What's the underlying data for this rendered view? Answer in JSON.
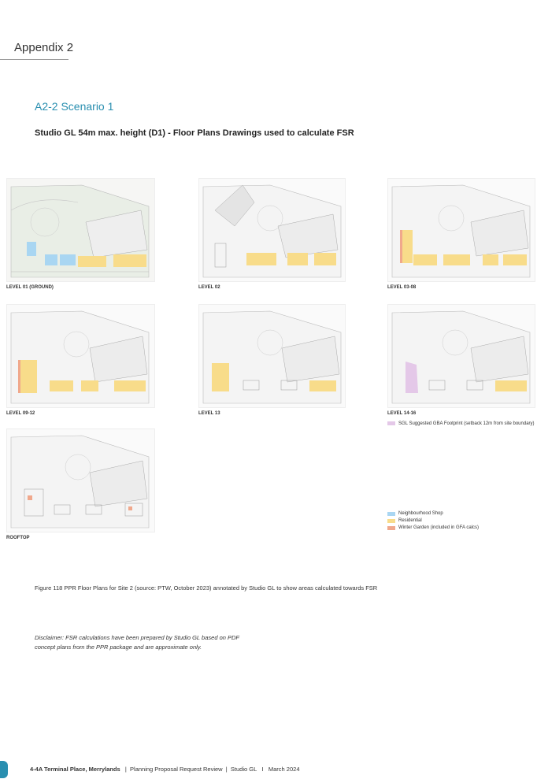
{
  "header": {
    "appendix": "Appendix 2",
    "section": "A2-2 Scenario 1",
    "subtitle": "Studio GL 54m max. height (D1) - Floor Plans Drawings used to calculate FSR"
  },
  "plans": [
    {
      "label": "LEVEL 01 (GROUND)"
    },
    {
      "label": "LEVEL 02"
    },
    {
      "label": "LEVEL 03-08"
    },
    {
      "label": "LEVEL 09-12"
    },
    {
      "label": "LEVEL 13"
    },
    {
      "label": "LEVEL 14-16"
    },
    {
      "label": "ROOFTOP"
    }
  ],
  "gba_legend": {
    "text": "SGL Suggested GBA Footprint (setback 12m from site boundary)",
    "color": "#e4c8e8"
  },
  "legend": [
    {
      "label": "Neighbourhood Shop",
      "color": "#a9d6f2"
    },
    {
      "label": "Residential",
      "color": "#f8dc8a"
    },
    {
      "label": "Winter Garden (included in GFA calcs)",
      "color": "#f0a88c"
    }
  ],
  "caption": "Figure 118 PPR Floor Plans for Site 2 (source: PTW, October 2023) annotated by Studio GL to show areas calculated towards FSR",
  "disclaimer": "Disclaimer: FSR calculations have been prepared by Studio GL based on PDF concept plans from the PPR package and are approximate only.",
  "footer": {
    "project": "4-4A Terminal Place, Merrylands",
    "separator1": "|",
    "doc": "Planning Proposal Request Review",
    "separator2": "|",
    "author": "Studio GL",
    "separator3": "I",
    "date": "March 2024"
  },
  "colors": {
    "accent": "#2a8fb0",
    "residential": "#f8dc8a",
    "shop": "#a9d6f2",
    "winter_garden": "#f0a88c"
  }
}
